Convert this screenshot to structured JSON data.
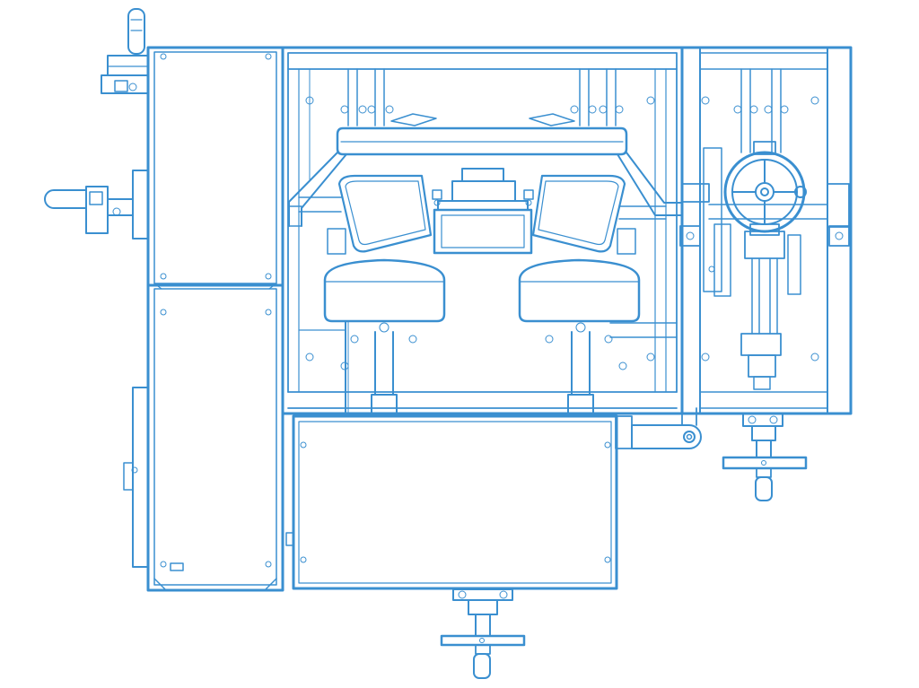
{
  "drawing": {
    "colors": {
      "line": "#3a8fd0",
      "background": "#ffffff"
    },
    "components": [
      "left-enclosure",
      "main-frame",
      "seat-head-assembly",
      "right-frame",
      "front-cabinet",
      "handwheel-front",
      "handwheel-right",
      "large-handwheel",
      "side-levers"
    ]
  }
}
